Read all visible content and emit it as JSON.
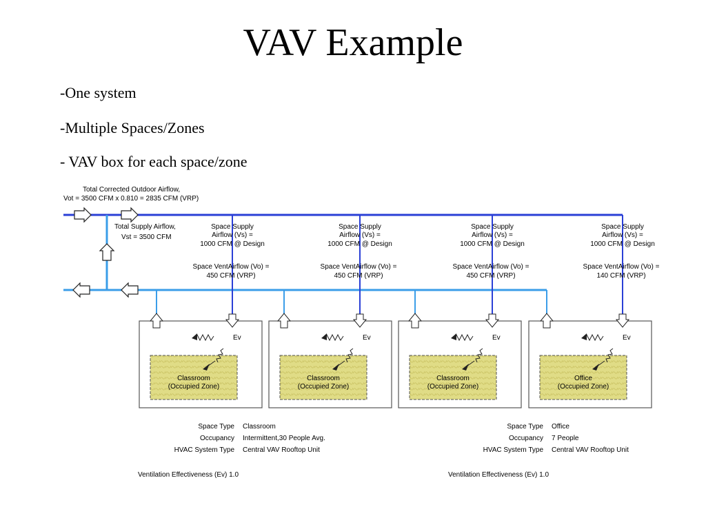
{
  "slide": {
    "title": "VAV Example",
    "bullets": [
      "-One system",
      "-Multiple Spaces/Zones",
      "- VAV box for each space/zone"
    ]
  },
  "diagram": {
    "outdoor_airflow": [
      "Total Corrected Outdoor Airflow,",
      "Vot = 3500 CFM x 0.810 = 2835 CFM (VRP)"
    ],
    "supply_airflow": [
      "Total Supply Airflow,",
      "Vst = 3500 CFM"
    ],
    "zones": [
      {
        "supply": [
          "Space Supply",
          "Airflow (Vs) =",
          "1000 CFM @ Design"
        ],
        "vent": [
          "Space VentAirflow (Vo) =",
          "450 CFM (VRP)"
        ],
        "ev": "Ev",
        "zone": [
          "Classroom",
          "(Occupied Zone)"
        ]
      },
      {
        "supply": [
          "Space Supply",
          "Airflow (Vs) =",
          "1000 CFM @ Design"
        ],
        "vent": [
          "Space VentAirflow (Vo) =",
          "450 CFM (VRP)"
        ],
        "ev": "Ev",
        "zone": [
          "Classroom",
          "(Occupied Zone)"
        ]
      },
      {
        "supply": [
          "Space Supply",
          "Airflow (Vs) =",
          "1000 CFM @ Design"
        ],
        "vent": [
          "Space VentAirflow (Vo) =",
          "450 CFM (VRP)"
        ],
        "ev": "Ev",
        "zone": [
          "Classroom",
          "(Occupied Zone)"
        ]
      },
      {
        "supply": [
          "Space Supply",
          "Airflow (Vs) =",
          "1000 CFM @ Design"
        ],
        "vent": [
          "Space VentAirflow (Vo) =",
          "140 CFM (VRP)"
        ],
        "ev": "Ev",
        "zone": [
          "Office",
          "(Occupied Zone)"
        ]
      }
    ],
    "info_left": {
      "rows": [
        [
          "Space Type",
          "Classroom"
        ],
        [
          "Occupancy",
          "Intermittent,30 People Avg."
        ],
        [
          "HVAC System Type",
          "Central VAV Rooftop Unit"
        ]
      ],
      "ev": "Ventilation Effectiveness (Ev) 1.0"
    },
    "info_right": {
      "rows": [
        [
          "Space Type",
          "Office"
        ],
        [
          "Occupancy",
          "7 People"
        ],
        [
          "HVAC System Type",
          "Central VAV Rooftop Unit"
        ]
      ],
      "ev": "Ventilation Effectiveness (Ev) 1.0"
    },
    "colors": {
      "duct_supply": "#2a3fd6",
      "duct_return": "#3a9de8",
      "zone_fill": "#e0dc86",
      "zone_border": "#555555"
    }
  }
}
